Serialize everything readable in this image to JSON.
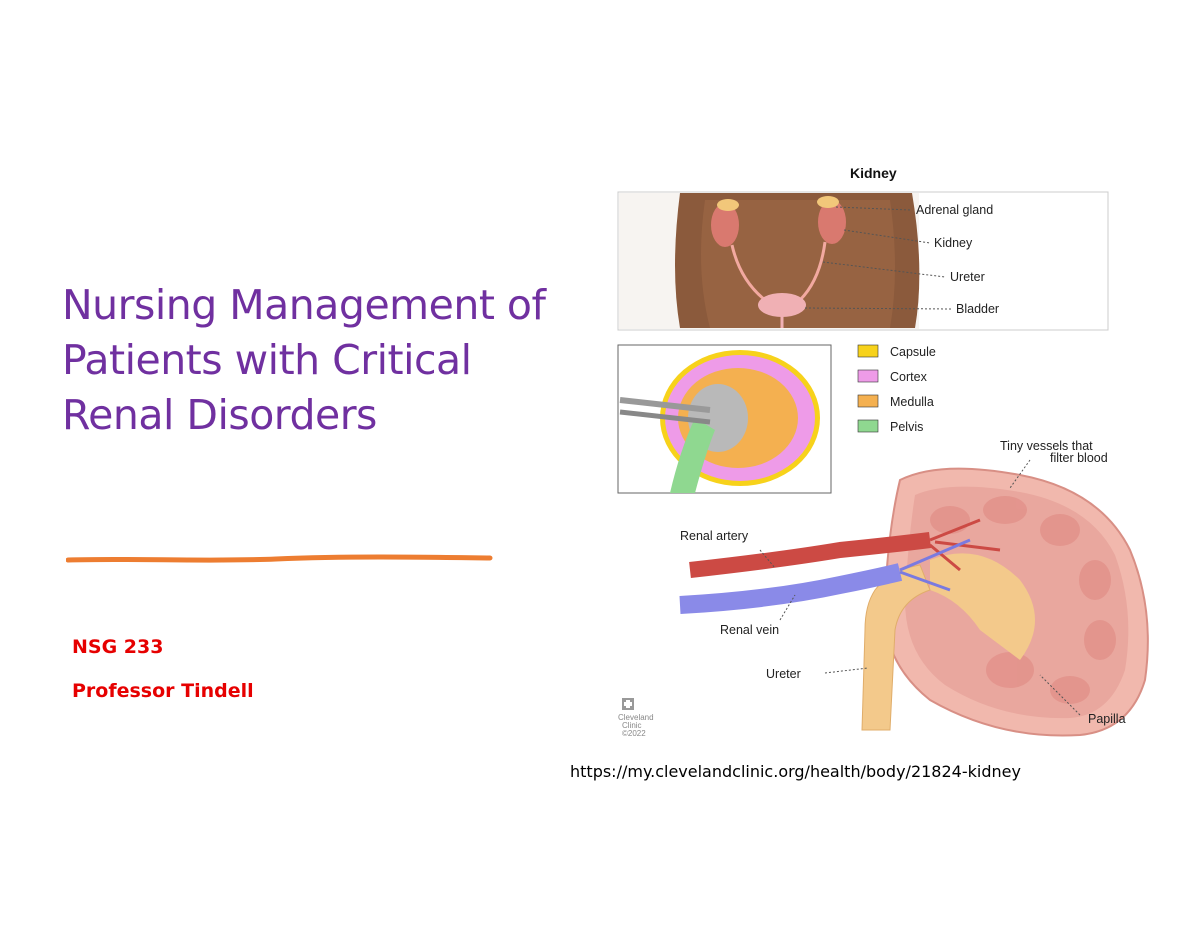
{
  "slide": {
    "title_lines": [
      "Nursing Management of",
      "Patients with Critical",
      "Renal Disorders"
    ],
    "course": "NSG 233",
    "professor": "Professor Tindell",
    "source_url": "https://my.clevelandclinic.org/health/body/21824-kidney"
  },
  "figure": {
    "heading": "Kidney",
    "body_labels": [
      "Adrenal gland",
      "Kidney",
      "Ureter",
      "Bladder"
    ],
    "legend": [
      {
        "label": "Capsule",
        "color": "#f7d21b"
      },
      {
        "label": "Cortex",
        "color": "#ee9be8"
      },
      {
        "label": "Medulla",
        "color": "#f4b050"
      },
      {
        "label": "Pelvis",
        "color": "#8fd890"
      }
    ],
    "detail_labels": {
      "vessels_line1": "Tiny vessels that",
      "vessels_line2": "filter blood",
      "renal_artery": "Renal artery",
      "renal_vein": "Renal vein",
      "ureter": "Ureter",
      "papilla": "Papilla"
    },
    "logo_text": [
      "Cleveland",
      "Clinic",
      "©2022"
    ]
  },
  "colors": {
    "title": "#7030a0",
    "accent_red": "#e60000",
    "divider": "#ed7d31"
  }
}
